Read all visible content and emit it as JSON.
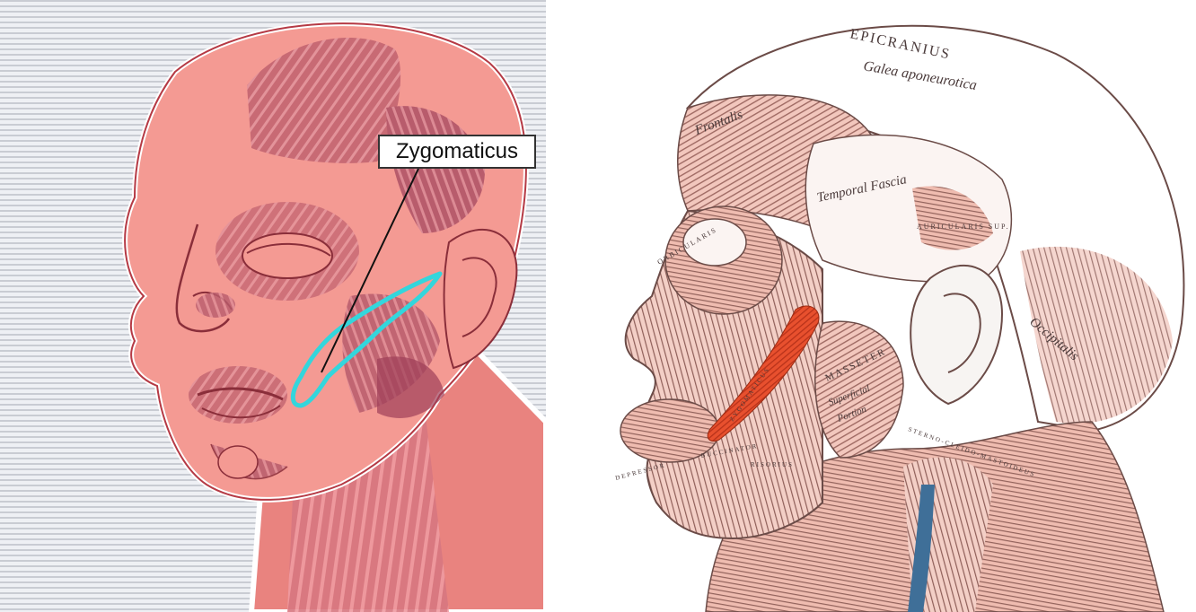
{
  "left_illustration": {
    "callout_label": "Zygomaticus",
    "highlight_color": "#33d6dc",
    "skin_color": "#f28b86",
    "background_stripe_color": "#c9ccd3"
  },
  "right_illustration": {
    "highlight_color": "#e8502e",
    "vessel_color": "#3f6f98",
    "labels": {
      "epicranius": "EPICRANIUS",
      "galea": "Galea aponeurotica",
      "frontalis": "Frontalis",
      "temporal": "Temporal Fascia",
      "occipitalis": "Occipitalis",
      "masseter": "MASSETER",
      "superficial": "Superficial",
      "portion": "Portion",
      "zygomaticus": "ZYGOMATICUS",
      "orbicularis": "ORBICULARIS",
      "sterno": "STERNO-CLEIDO-MASTOIDEUS",
      "depressor": "DEPRESSOR",
      "buccinator": "BUCCINATOR",
      "risorius": "RISORIUS",
      "auricularis": "AURICULARIS SUP."
    }
  }
}
